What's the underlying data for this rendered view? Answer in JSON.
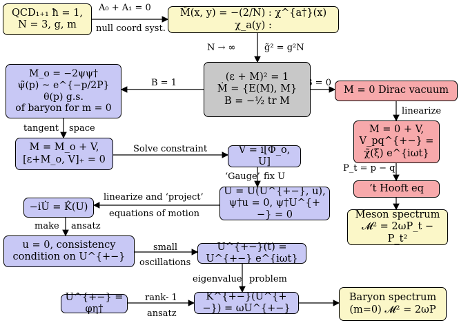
{
  "nodes": {
    "qcd": [
      "QCD₁₊₁  ħ = 1,",
      "N = 3,  g,  m"
    ],
    "mhat": [
      "M̂(x, y) = −(2/N) : χ^{a†}(x) χ_a(y) :"
    ],
    "master": [
      "(ε + M)² = 1",
      "Ṁ = {E(M), M}",
      "B = −½ tr M"
    ],
    "baryon_gs": [
      "M_o = −2ψψ†",
      "ψ̃(p) ~ e^{−p/2P} θ(p)  g.s.",
      "of baryon for m = 0"
    ],
    "dirac": [
      "M = 0  Dirac vacuum"
    ],
    "tangent": [
      "M = M_o + V,",
      "[ε+M_o, V]₊ = 0"
    ],
    "v_gauge": [
      "V = i[Φ_o, U]"
    ],
    "meson_lin": [
      "M = 0 + V,",
      "V_pq^{+−} = χ̃(ξ) e^{iωt}"
    ],
    "thooft": [
      "’t Hooft eq"
    ],
    "u_param": [
      "U = U(U^{+−}, u),",
      "ψ†u = 0,  ψ†U^{+−} = 0"
    ],
    "eom": [
      "−iU̇ = K̂(U)"
    ],
    "meson_spec": [
      "Meson spectrum",
      "𝓜² = 2ωP_t − P_t²"
    ],
    "consistency": [
      "u = 0,  consistency",
      "condition on  U^{+−}"
    ],
    "oscill": [
      "U^{+−}(t) = U^{+−} e^{iωt}"
    ],
    "rank1": [
      "U^{+−} = φη†"
    ],
    "kernel": [
      "K^{+−}(U^{+−}) = ωU^{+−}"
    ],
    "baryon_spec": [
      "Baryon spectrum",
      "(m=0)  𝓜² = 2ωP"
    ]
  },
  "edge_labels": {
    "a_top": "A₀ + A₁ = 0",
    "a_bot": "null coord syst.",
    "largeN_left": "N → ∞",
    "largeN_right": "g̃² = g²N",
    "b1": "B = 1",
    "b0": "B = 0",
    "linearize": "linearize",
    "tangent": "tangent",
    "space": "space",
    "solve": "Solve constraint",
    "pt": "P_t = p − q",
    "gauge": "‘Gauge’",
    "fixu": "fix  U",
    "lin_proj": "linearize and ‘project’",
    "eqmot": "equations of motion",
    "make": "make",
    "ansatz": "ansatz",
    "small": "small",
    "oscillations": "oscillations",
    "eigenvalue": "eigenvalue",
    "problem": "problem",
    "rank1": "rank- 1",
    "ansatz2": "ansatz"
  },
  "colors": {
    "yellow": "#fbf7c8",
    "blue": "#c8c8f5",
    "gray": "#c8c8c8",
    "pink": "#f7a9ab"
  }
}
